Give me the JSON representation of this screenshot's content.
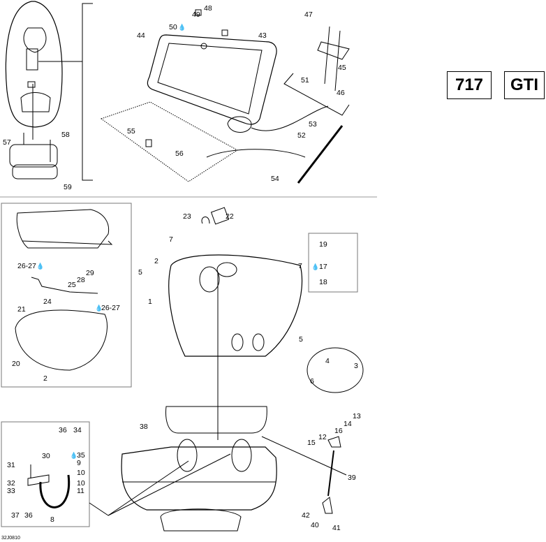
{
  "model_badges": [
    "717",
    "GTI"
  ],
  "diagram_code": "32J0810",
  "drop_icon": "drop-icon",
  "labels": {
    "top": [
      "50",
      "49",
      "48",
      "43",
      "44",
      "47",
      "45",
      "51",
      "46",
      "53",
      "52",
      "54",
      "55",
      "56",
      "57",
      "58",
      "59"
    ],
    "middle": [
      "23",
      "22",
      "7",
      "2",
      "5",
      "1",
      "7",
      "19",
      "17",
      "18",
      "5",
      "4",
      "3",
      "6"
    ],
    "left_box": [
      "26-27",
      "29",
      "28",
      "25",
      "24",
      "26-27",
      "21",
      "20",
      "2"
    ],
    "bottom_left": [
      "36",
      "34",
      "35",
      "30",
      "31",
      "9",
      "10",
      "32",
      "10",
      "33",
      "11",
      "37",
      "36",
      "8"
    ],
    "bottom": [
      "38"
    ],
    "bottom_right": [
      "13",
      "14",
      "16",
      "12",
      "15",
      "39",
      "42",
      "40",
      "41"
    ]
  }
}
